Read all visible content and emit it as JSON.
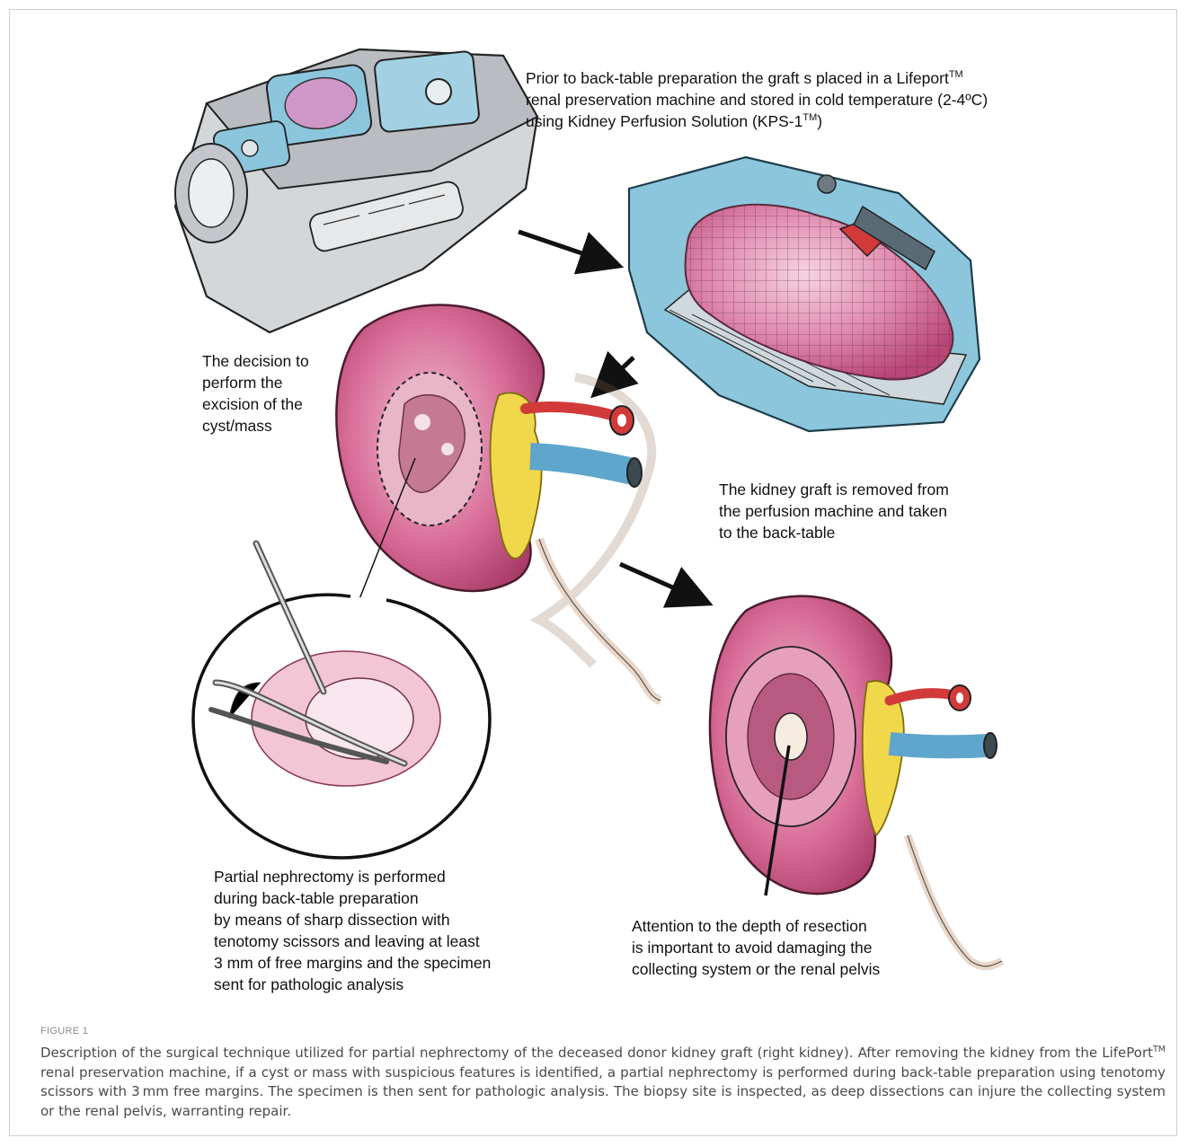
{
  "annotations": {
    "lifeport": {
      "line1_pre": "Prior to back-table preparation the graft  s placed in a Lifeport",
      "line1_sup": "TM",
      "line2": "renal preservation machine and stored in cold temperature (2-4ºC)",
      "line3_pre": "using Kidney Perfusion Solution (KPS-1",
      "line3_sup": "TM",
      "line3_post": ")"
    },
    "decision": [
      "The decision to",
      "perform the",
      "excision of the",
      "cyst/mass"
    ],
    "removed": [
      "The kidney graft is removed from",
      "the perfusion machine and taken",
      "to the back-table"
    ],
    "partial": [
      "Partial nephrectomy is performed",
      "during back-table preparation",
      "by means of sharp dissection with",
      "tenotomy scissors and leaving at least",
      "3 mm of free margins and the specimen",
      "sent for pathologic analysis"
    ],
    "attention": [
      "Attention to the depth of resection",
      "is important to avoid damaging the",
      "collecting system or the renal pelvis"
    ]
  },
  "figure": {
    "label": "FIGURE 1",
    "caption_part1": "Description of the surgical technique utilized for partial nephrectomy of the deceased donor kidney graft (right kidney). After removing the kidney from the LifePort",
    "caption_sup": "TM",
    "caption_part2": " renal preservation machine, if a cyst or mass with suspicious features is identified, a partial nephrectomy is performed during back-table preparation using tenotomy scissors with 3 mm free margins. The specimen is then sent for pathologic analysis. The biopsy site is inspected, as deep dissections can injure the collecting system or the renal pelvis, warranting repair."
  },
  "colors": {
    "kidney": "#d77aa0",
    "kidney_dark": "#a83a66",
    "artery": "#d23a3a",
    "vein": "#5fa6cc",
    "fat": "#f0d84a",
    "machine_blue": "#8cc6dc",
    "machine_gray": "#c9ccd0",
    "caption_text": "#4a4a4a",
    "label_gray": "#8a8a8a"
  }
}
